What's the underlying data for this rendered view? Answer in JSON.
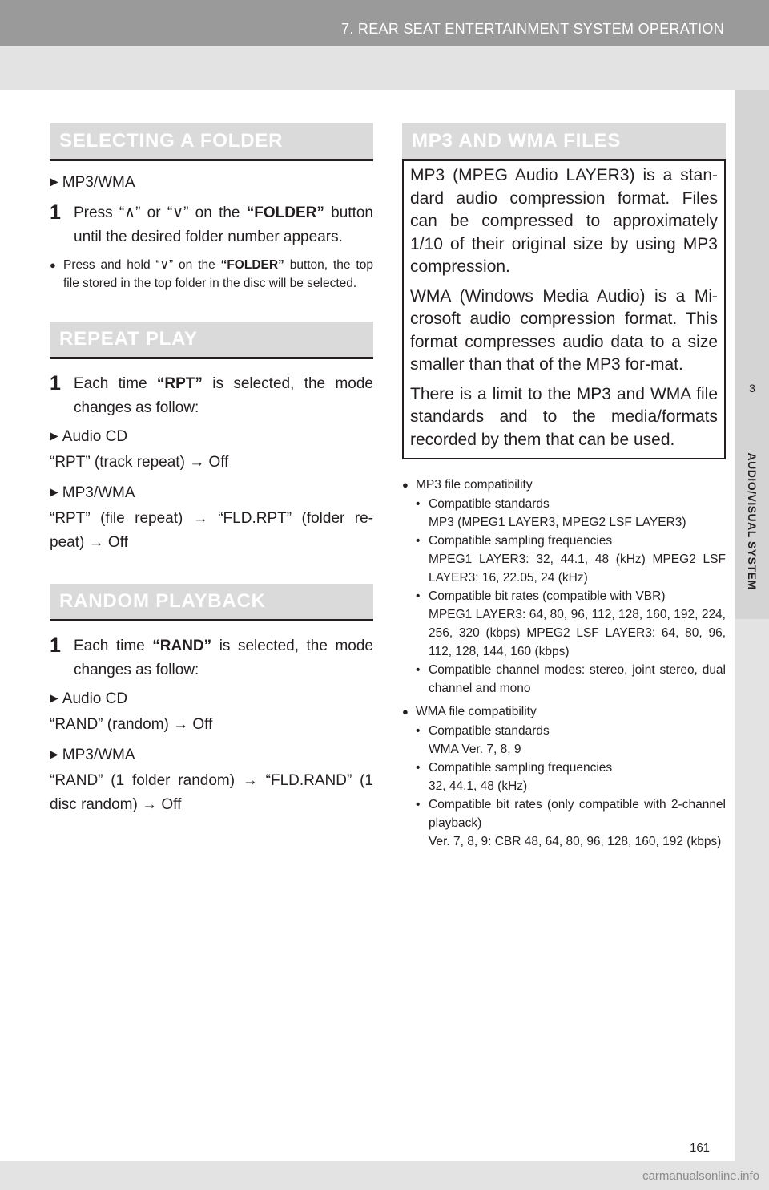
{
  "header": {
    "chapter": "7. REAR SEAT ENTERTAINMENT SYSTEM OPERATION"
  },
  "side_tab": {
    "number": "3",
    "label": "AUDIO/VISUAL SYSTEM"
  },
  "left": {
    "folder": {
      "heading": "SELECTING A FOLDER",
      "sub": "MP3/WMA",
      "step_num": "1",
      "step_a": "Press “∧” or “∨” on the ",
      "step_kw": "“FOLDER”",
      "step_b": " button until the desired folder number appears.",
      "note_a": "Press and hold “∨” on the ",
      "note_kw": "“FOLDER”",
      "note_b": " button, the top file stored in the top folder in the disc will be selected."
    },
    "repeat": {
      "heading": "REPEAT PLAY",
      "step_num": "1",
      "step_a": "Each time ",
      "step_kw": "“RPT”",
      "step_b": " is selected, the mode changes as follow:",
      "sub1": "Audio CD",
      "line1": "“RPT” (track repeat) → Off",
      "sub2": "MP3/WMA",
      "line2": "“RPT” (file repeat) → “FLD.RPT” (folder re-peat) → Off"
    },
    "random": {
      "heading": "RANDOM PLAYBACK",
      "step_num": "1",
      "step_a": "Each time ",
      "step_kw": "“RAND”",
      "step_b": " is selected, the mode changes as follow:",
      "sub1": "Audio CD",
      "line1": "“RAND” (random) → Off",
      "sub2": "MP3/WMA",
      "line2": "“RAND” (1 folder random) → “FLD.RAND” (1 disc random) → Off"
    }
  },
  "right": {
    "heading": "MP3 AND WMA FILES",
    "box": {
      "p1": "MP3 (MPEG Audio LAYER3) is a stan-dard audio compression format. Files can be compressed to approximately 1/10 of their original size by using MP3 compression.",
      "p2": "WMA (Windows Media Audio) is a Mi-crosoft audio compression format. This format compresses audio data to a size smaller than that of the MP3 for-mat.",
      "p3": "There is a limit to the MP3 and WMA file standards and to the media/formats recorded by them that can be used."
    },
    "mp3": {
      "title": "MP3 file compatibility",
      "items": [
        {
          "label": "Compatible standards",
          "detail": "MP3 (MPEG1 LAYER3, MPEG2 LSF LAYER3)"
        },
        {
          "label": "Compatible sampling frequencies",
          "detail": "MPEG1 LAYER3: 32, 44.1, 48 (kHz) MPEG2 LSF LAYER3: 16, 22.05, 24 (kHz)"
        },
        {
          "label": "Compatible bit rates (compatible with VBR)",
          "detail": "MPEG1 LAYER3: 64, 80, 96, 112, 128, 160, 192, 224, 256, 320 (kbps) MPEG2 LSF LAYER3: 64, 80, 96, 112, 128, 144, 160 (kbps)"
        },
        {
          "label": "Compatible channel modes: stereo, joint stereo, dual channel and mono",
          "detail": ""
        }
      ]
    },
    "wma": {
      "title": "WMA file compatibility",
      "items": [
        {
          "label": "Compatible standards",
          "detail": "WMA Ver. 7, 8, 9"
        },
        {
          "label": "Compatible sampling frequencies",
          "detail": "32, 44.1, 48 (kHz)"
        },
        {
          "label": "Compatible bit rates (only compatible with 2-channel playback)",
          "detail": "Ver. 7, 8, 9: CBR 48, 64, 80, 96, 128, 160, 192 (kbps)"
        }
      ]
    }
  },
  "footer": {
    "page_number": "161",
    "watermark": "carmanualsonline.info"
  }
}
